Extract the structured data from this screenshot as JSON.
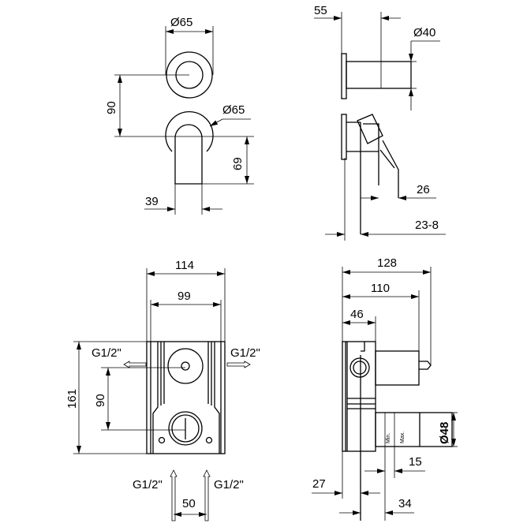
{
  "views": {
    "front_top": {
      "dia_rosette": "Ø65",
      "center_distance": "90",
      "dia_handle": "Ø65",
      "handle_height": "69",
      "handle_width": "39"
    },
    "side_top": {
      "projection": "55",
      "dia_knob": "Ø40",
      "lever_offset": "26",
      "wall_gap": "23-8"
    },
    "front_box": {
      "width_outer": "114",
      "width_inner": "99",
      "height": "161",
      "center_distance": "90",
      "outlet_left": "G1/2\"",
      "outlet_right": "G1/2\"",
      "inlet_left": "G1/2\"",
      "inlet_right": "G1/2\"",
      "inlet_spacing": "50"
    },
    "side_box": {
      "depth_total": "128",
      "depth_body": "110",
      "depth_box": "46",
      "dia_pipe": "Ø48",
      "adjust_range": "15",
      "min_label": "Min.",
      "max_label": "Max.",
      "offset_27": "27",
      "offset_34": "34"
    }
  }
}
